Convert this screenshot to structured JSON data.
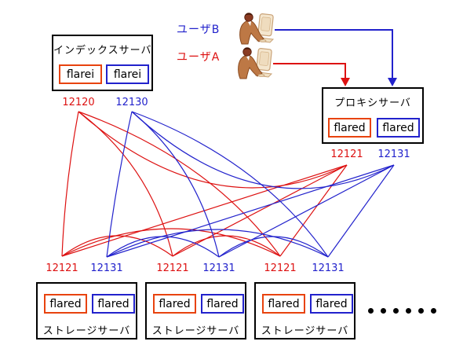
{
  "colors": {
    "red_accent": "#dd1111",
    "blue_accent": "#2222cc",
    "red_daemon_border": "#e8430e",
    "blue_daemon_border": "#2222cc",
    "box_border": "#000000"
  },
  "users": [
    {
      "label": "ユーザB",
      "color": "blue"
    },
    {
      "label": "ユーザA",
      "color": "red"
    }
  ],
  "index_server": {
    "title": "インデックスサーバ",
    "daemons": [
      "flarei",
      "flarei"
    ],
    "ports": [
      "12120",
      "12130"
    ]
  },
  "proxy_server": {
    "title": "プロキシサーバ",
    "daemons": [
      "flared",
      "flared"
    ],
    "ports": [
      "12121",
      "12131"
    ]
  },
  "storage_servers": [
    {
      "title": "ストレージサーバ",
      "daemons": [
        "flared",
        "flared"
      ],
      "ports": [
        "12121",
        "12131"
      ]
    },
    {
      "title": "ストレージサーバ",
      "daemons": [
        "flared",
        "flared"
      ],
      "ports": [
        "12121",
        "12131"
      ]
    },
    {
      "title": "ストレージサーバ",
      "daemons": [
        "flared",
        "flared"
      ],
      "ports": [
        "12121",
        "12131"
      ]
    }
  ],
  "more_servers_dots": 6
}
